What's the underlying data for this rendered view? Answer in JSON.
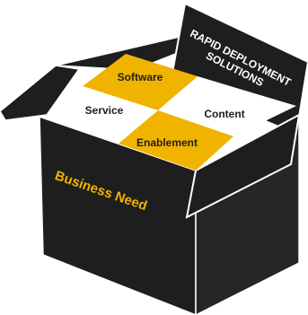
{
  "diagram": {
    "flap_label_line1": "RAPID DEPLOYMENT",
    "flap_label_line2": "SOLUTIONS",
    "grid_top": "Software",
    "grid_left": "Service",
    "grid_right": "Content",
    "grid_bottom": "Enablement",
    "side_label": "Business Need"
  },
  "colors": {
    "box_dark": "#1e1e1e",
    "box_edge": "#ffffff",
    "accent": "#f0b400",
    "tile_light": "#ffffff"
  }
}
